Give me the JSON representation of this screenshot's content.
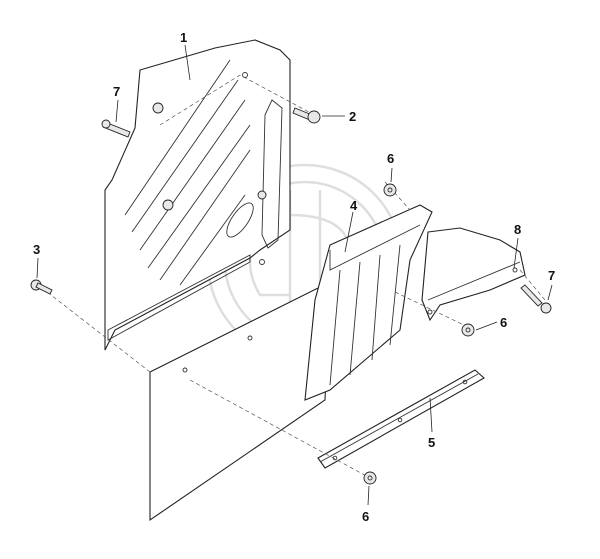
{
  "diagram": {
    "callouts": [
      {
        "id": "c1",
        "label": "1"
      },
      {
        "id": "c2",
        "label": "2"
      },
      {
        "id": "c3",
        "label": "3"
      },
      {
        "id": "c4",
        "label": "4"
      },
      {
        "id": "c5",
        "label": "5"
      },
      {
        "id": "c6a",
        "label": "6"
      },
      {
        "id": "c6b",
        "label": "6"
      },
      {
        "id": "c6c",
        "label": "6"
      },
      {
        "id": "c7a",
        "label": "7"
      },
      {
        "id": "c7b",
        "label": "7"
      },
      {
        "id": "c8",
        "label": "8"
      }
    ]
  }
}
